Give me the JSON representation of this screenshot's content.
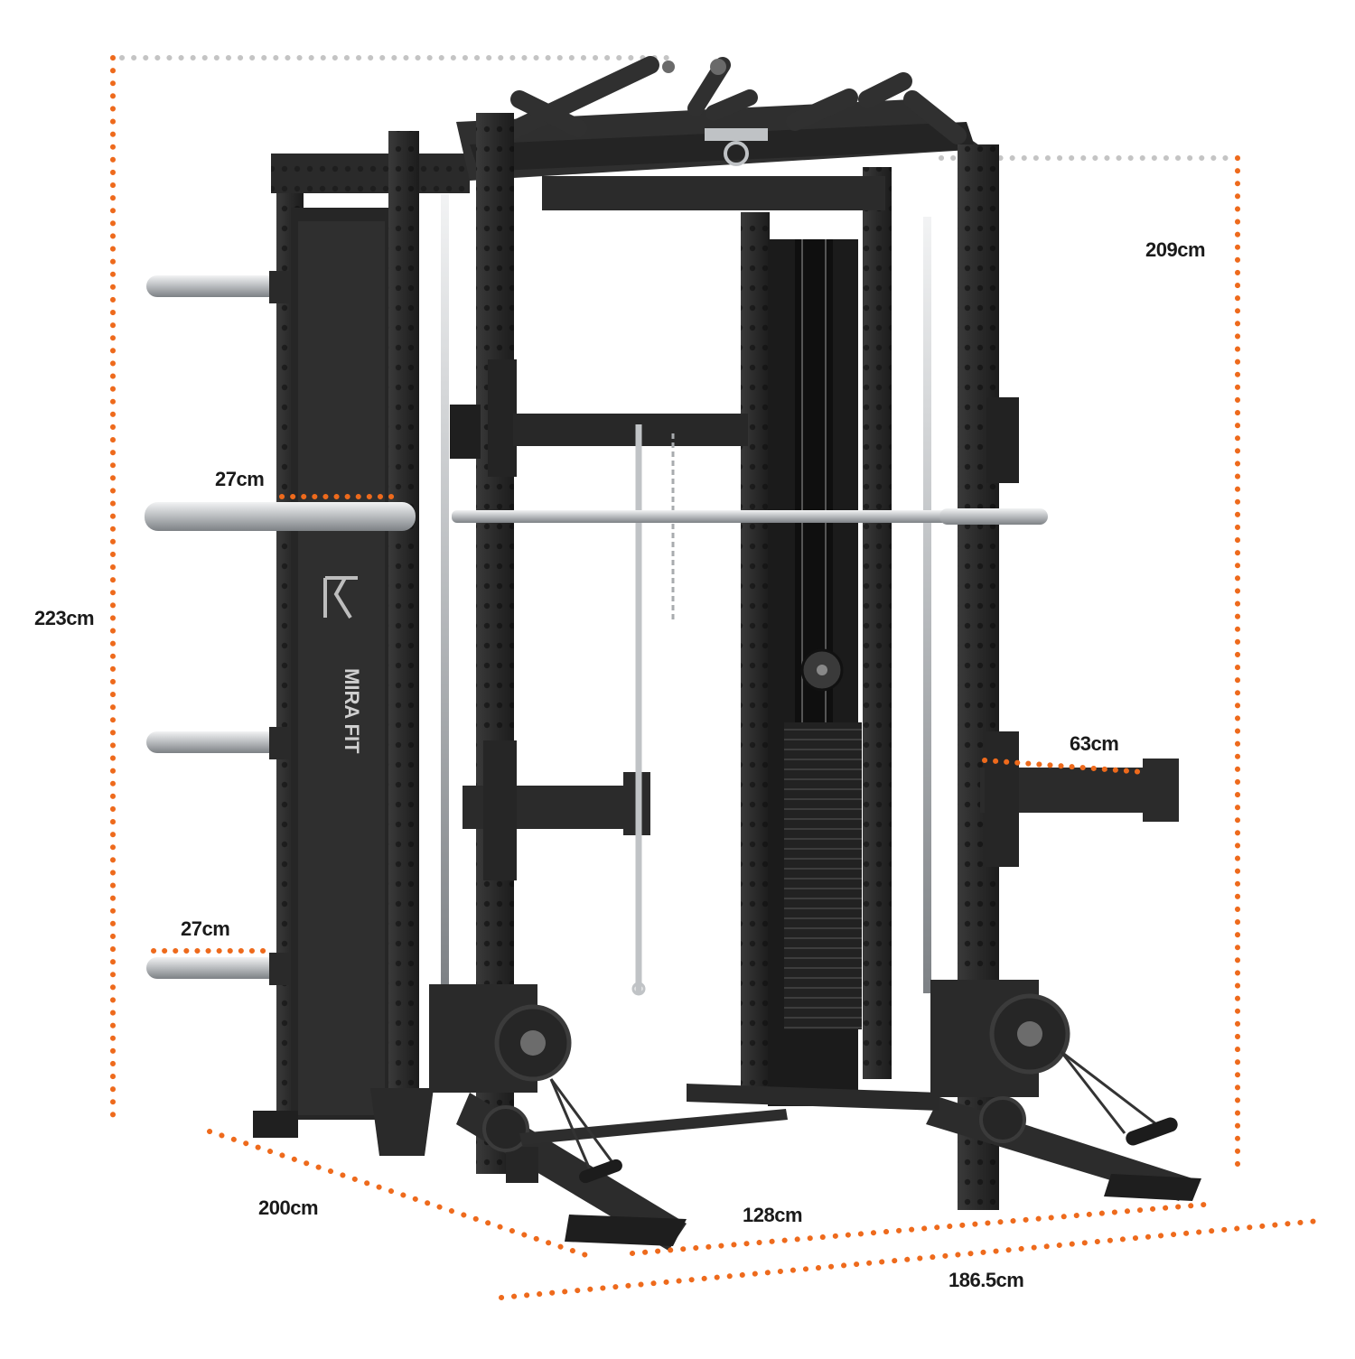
{
  "image": {
    "subject": "multi-function smith machine power rack with cable stack",
    "brand_logo": "MIRAFIT",
    "colors": {
      "frame": "#2b2b2b",
      "frame_dark": "#1a1a1a",
      "chrome": "#c9cbcd",
      "weight_stack": "#222222",
      "dimension_line": "#ee6a1c",
      "reference_line": "#bdbdbd",
      "background": "#ffffff"
    }
  },
  "dimensions": {
    "total_height": "223cm",
    "rear_height": "209cm",
    "storage_horn_length_upper": "27cm",
    "storage_horn_length_lower": "27cm",
    "safety_arm_length": "63cm",
    "depth": "200cm",
    "inner_width": "128cm",
    "total_width": "186.5cm"
  },
  "icons": {
    "dimension_marker": "dotted-line-icon",
    "logo": "mirafit-logo-icon"
  }
}
